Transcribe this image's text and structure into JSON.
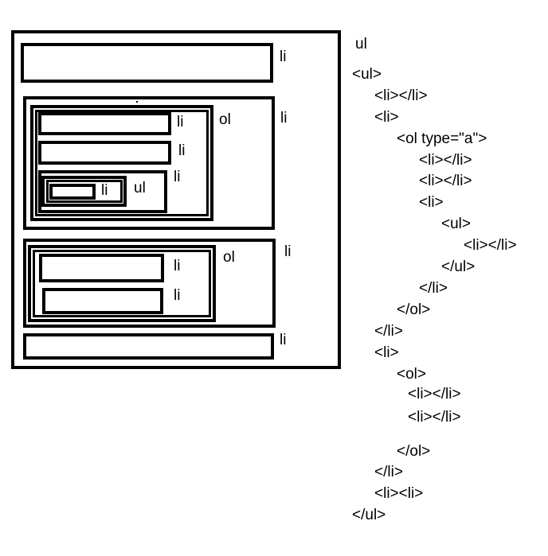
{
  "diagram": {
    "labels": {
      "root_ul": "ul",
      "li_1": "li",
      "li_2": "li",
      "ol_1": "ol",
      "ol1_li_1": "li",
      "ol1_li_2": "li",
      "ol1_li_3": "li",
      "inner_ul": "ul",
      "inner_ul_li": "li",
      "li_3": "li",
      "ol_2": "ol",
      "ol2_li_1": "li",
      "ol2_li_2": "li",
      "li_4": "li"
    },
    "code_lines": [
      "<ul>",
      "<li></li>",
      "<li>",
      "<ol type=\"a\">",
      "<li></li>",
      "<li></li>",
      "<li>",
      "<ul>",
      "<li></li>",
      "</ul>",
      "</li>",
      "</ol>",
      "</li>",
      "<li>",
      "<ol>",
      "<li></li>",
      "<li></li>",
      "</ol>",
      "</li>",
      "<li><li>",
      "</ul>"
    ]
  }
}
